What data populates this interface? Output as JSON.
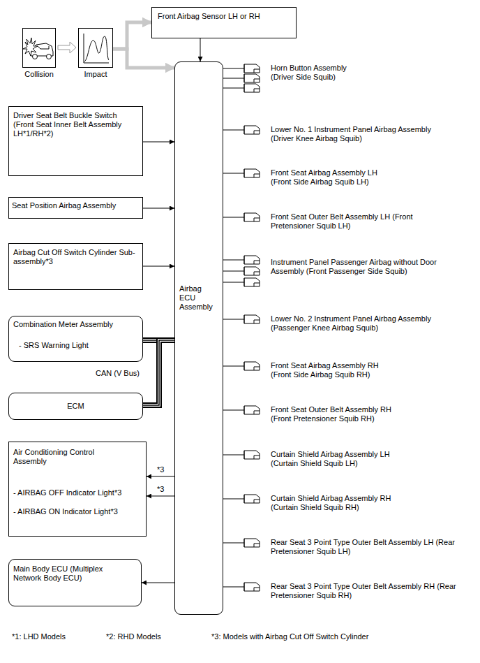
{
  "diagram": {
    "nodes": [
      {
        "text": [
          "Front Airbag Sensor LH or RH"
        ]
      },
      {
        "text": [
          "Collision"
        ]
      },
      {
        "text": [
          "Impact"
        ]
      },
      {
        "text": [
          "Driver Seat Belt Buckle Switch (Front Seat Inner Belt Assembly LH*1/RH*2)"
        ]
      },
      {
        "text": [
          "Seat Position Airbag Assembly"
        ]
      },
      {
        "text": [
          "Airbag Cut Off Switch Cylinder Sub-assembly*3"
        ]
      },
      {
        "text": [
          "Combination Meter Assembly",
          "- SRS Warning Light"
        ]
      },
      {
        "text": [
          "ECM"
        ]
      },
      {
        "text": [
          "Air Conditioning Control Assembly",
          "- AIRBAG OFF Indicator Light*3",
          "- AIRBAG ON Indicator Light*3"
        ]
      },
      {
        "text": [
          "Main Body ECU (Multiplex Network Body ECU)"
        ]
      },
      {
        "text": [
          "Airbag ECU Assembly"
        ]
      },
      {
        "text": [
          "Horn Button Assembly (Driver Side Squib)"
        ]
      },
      {
        "text": [
          "Lower No. 1 Instrument Panel Airbag Assembly (Driver Knee Airbag Squib)"
        ]
      },
      {
        "text": [
          "Front Seat Airbag Assembly LH (Front Side Airbag Squib LH)"
        ]
      },
      {
        "text": [
          "Front Seat Outer Belt Assembly LH (Front Pretensioner Squib LH)"
        ]
      },
      {
        "text": [
          "Instrument Panel Passenger Airbag without Door Assembly (Front Passenger Side Squib)"
        ]
      },
      {
        "text": [
          "Lower No. 2 Instrument Panel Airbag Assembly (Passenger Knee Airbag Squib)"
        ]
      },
      {
        "text": [
          "Front Seat Airbag Assembly RH (Front Side Airbag Squib RH)"
        ]
      },
      {
        "text": [
          "Front Seat Outer Belt Assembly RH (Front Pretensioner Squib RH)"
        ]
      },
      {
        "text": [
          "Curtain Shield Airbag Assembly LH (Curtain Shield Squib LH)"
        ]
      },
      {
        "text": [
          "Curtain Shield Airbag Assembly RH (Curtain Shield Squib RH)"
        ]
      },
      {
        "text": [
          "Rear Seat 3 Point Type Outer Belt Assembly LH (Rear Pretensioner Squib LH)"
        ]
      },
      {
        "text": [
          "Rear Seat 3 Point Type Outer Belt Assembly RH (Rear Pretensioner Squib RH)"
        ]
      }
    ],
    "edges": [
      {
        "from": 1,
        "to": 2,
        "arrow": "to"
      },
      {
        "from": 2,
        "to": 0,
        "arrow": "to"
      },
      {
        "from": 2,
        "to": 10,
        "arrow": "to"
      },
      {
        "from": 0,
        "to": 10,
        "arrow": "to"
      },
      {
        "from": 3,
        "to": 10,
        "arrow": "to"
      },
      {
        "from": 4,
        "to": 10,
        "arrow": "to"
      },
      {
        "from": 5,
        "to": 10,
        "arrow": "to"
      },
      {
        "from": 10,
        "to": 6,
        "arrow": "none"
      },
      {
        "from": 10,
        "to": 7,
        "arrow": "none"
      },
      {
        "from": 10,
        "to": 8,
        "label": "*3",
        "arrow": "to"
      },
      {
        "from": 10,
        "to": 8,
        "label": "*3",
        "arrow": "to"
      },
      {
        "from": 10,
        "to": 9,
        "arrow": "to"
      },
      {
        "from": 10,
        "to": 11,
        "arrow": "none"
      },
      {
        "from": 10,
        "to": 12,
        "arrow": "none"
      },
      {
        "from": 10,
        "to": 13,
        "arrow": "none"
      },
      {
        "from": 10,
        "to": 14,
        "arrow": "none"
      },
      {
        "from": 10,
        "to": 15,
        "arrow": "none"
      },
      {
        "from": 10,
        "to": 16,
        "arrow": "none"
      },
      {
        "from": 10,
        "to": 17,
        "arrow": "none"
      },
      {
        "from": 10,
        "to": 18,
        "arrow": "none"
      },
      {
        "from": 10,
        "to": 19,
        "arrow": "none"
      },
      {
        "from": 10,
        "to": 20,
        "arrow": "none"
      },
      {
        "from": 10,
        "to": 21,
        "arrow": "none"
      },
      {
        "from": 10,
        "to": 22,
        "arrow": "none"
      }
    ],
    "labels": [
      "CAN (V Bus)",
      "*1: LHD Models",
      "*2: RHD Models",
      "*3: Models with Airbag Cut Off Switch Cylinder"
    ]
  }
}
